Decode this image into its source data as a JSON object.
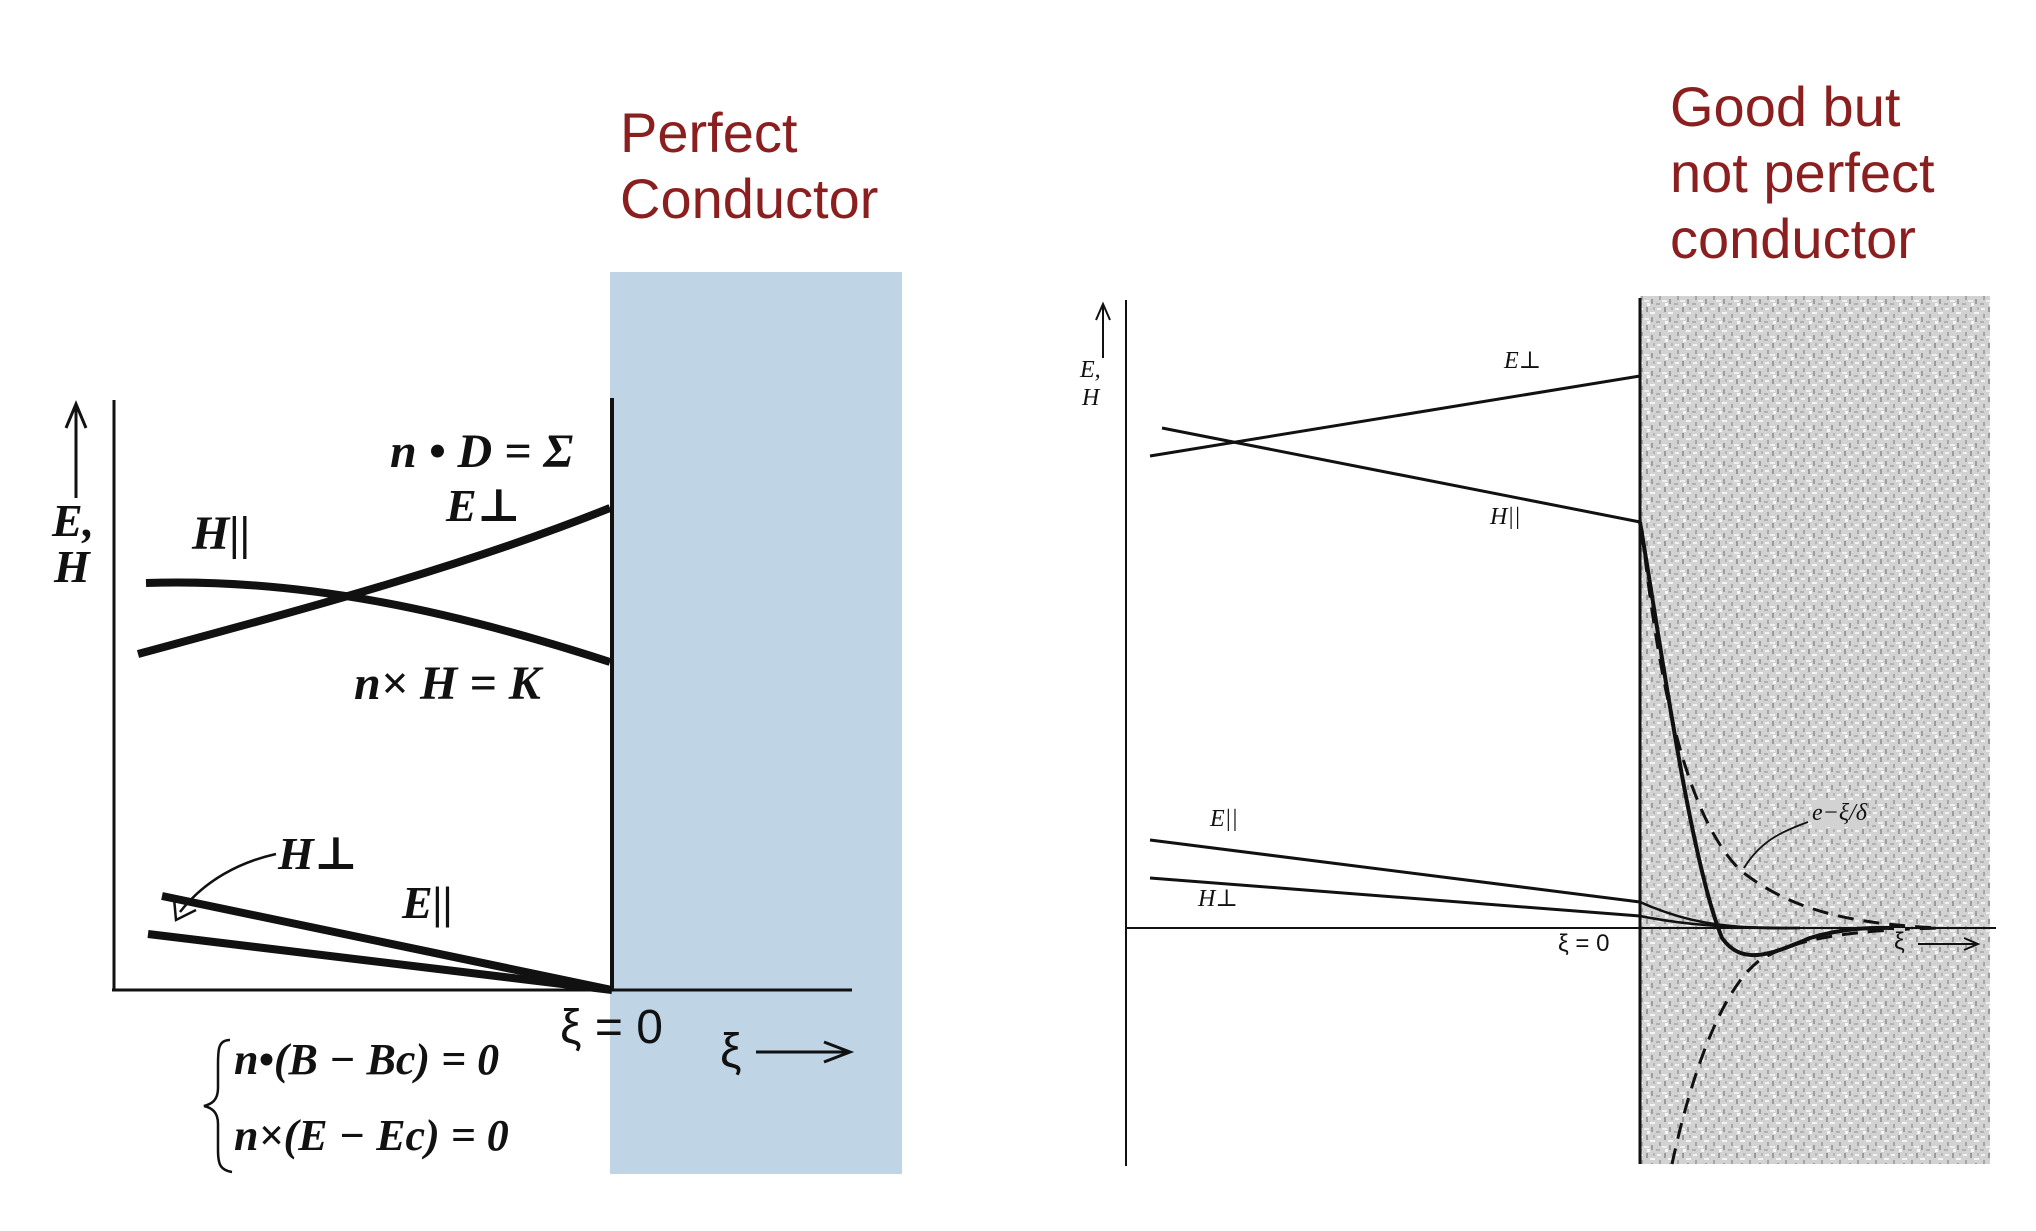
{
  "left_panel": {
    "title_line1": "Perfect",
    "title_line2": "Conductor",
    "axis_label_line1": "E,",
    "axis_label_line2": "H",
    "label_h_parallel": "H||",
    "label_e_perp": "E⊥",
    "label_ndsigma": "n • D = Σ",
    "label_nhk": "n× H = K",
    "label_h_perp": "H⊥",
    "label_e_parallel": "E||",
    "label_xi_zero": "ξ = 0",
    "label_xi_axis": "ξ",
    "bc_line1": "n•(B − Bc) = 0",
    "bc_line2": "n×(E − Ec) = 0",
    "region_color": "#bfd5e6"
  },
  "right_panel": {
    "title_line1": "Good but",
    "title_line2": "not perfect",
    "title_line3": "conductor",
    "axis_label_line1": "E,",
    "axis_label_line2": "H",
    "label_e_perp": "E⊥",
    "label_h_parallel": "H||",
    "label_e_parallel": "E||",
    "label_h_perp": "H⊥",
    "label_xi_zero": "ξ = 0",
    "label_xi_axis": "ξ",
    "label_decay": "e−ξ/δ",
    "region_color": "#d4d4d4"
  }
}
